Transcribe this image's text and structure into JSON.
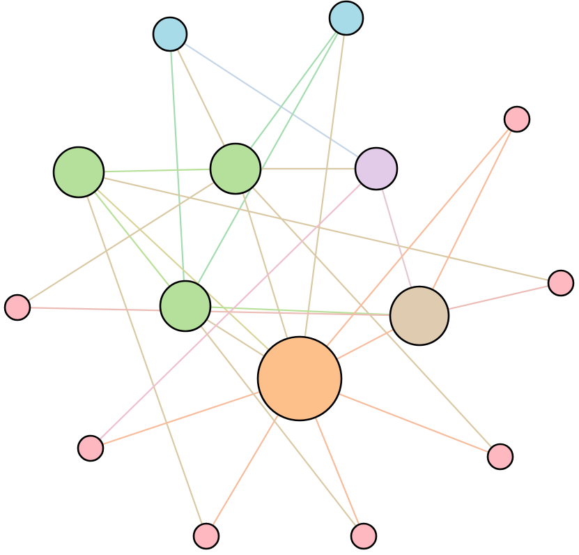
{
  "palette": {
    "green_node": "#b5e09b",
    "blue_node": "#a7dbe8",
    "purple_node": "#e1cbe8",
    "tan_node": "#decbb0",
    "orange_node": "#fec08a",
    "pink_node": "#feb9c0",
    "outline": "#000000"
  },
  "edge_colors": {
    "tan": "#d9c9a4",
    "green": "#a4dcb0",
    "lime": "#b9e09a",
    "blue": "#c4d5e8",
    "pink": "#eebfcf",
    "salmon": "#f7bc9c",
    "rose": "#ecbcb6",
    "olive": "#d8d49a",
    "mauve": "#e4c7cf"
  },
  "nodes": [
    {
      "id": "green-a",
      "kind": "green_node",
      "size": "large"
    },
    {
      "id": "green-b",
      "kind": "green_node",
      "size": "large"
    },
    {
      "id": "green-c",
      "kind": "green_node",
      "size": "large"
    },
    {
      "id": "blue-a",
      "kind": "blue_node",
      "size": "medium"
    },
    {
      "id": "blue-b",
      "kind": "blue_node",
      "size": "medium"
    },
    {
      "id": "purple-a",
      "kind": "purple_node",
      "size": "medium-large"
    },
    {
      "id": "tan-a",
      "kind": "tan_node",
      "size": "extra-large"
    },
    {
      "id": "orange-hub",
      "kind": "orange_node",
      "size": "hub"
    },
    {
      "id": "pink-1",
      "kind": "pink_node",
      "size": "small"
    },
    {
      "id": "pink-2",
      "kind": "pink_node",
      "size": "small"
    },
    {
      "id": "pink-3",
      "kind": "pink_node",
      "size": "small"
    },
    {
      "id": "pink-4",
      "kind": "pink_node",
      "size": "small"
    },
    {
      "id": "pink-5",
      "kind": "pink_node",
      "size": "small"
    },
    {
      "id": "pink-6",
      "kind": "pink_node",
      "size": "small"
    },
    {
      "id": "pink-7",
      "kind": "pink_node",
      "size": "small"
    }
  ],
  "edges": [
    {
      "from": "blue-a",
      "to": "purple-a",
      "color": "blue"
    },
    {
      "from": "blue-a",
      "to": "green-b",
      "color": "tan"
    },
    {
      "from": "blue-a",
      "to": "green-c",
      "color": "green"
    },
    {
      "from": "blue-b",
      "to": "green-b",
      "color": "green"
    },
    {
      "from": "blue-b",
      "to": "green-c",
      "color": "green"
    },
    {
      "from": "blue-b",
      "to": "orange-hub",
      "color": "tan"
    },
    {
      "from": "green-a",
      "to": "green-b",
      "color": "lime"
    },
    {
      "from": "green-a",
      "to": "green-c",
      "color": "lime"
    },
    {
      "from": "green-a",
      "to": "orange-hub",
      "color": "olive"
    },
    {
      "from": "green-a",
      "to": "pink-2",
      "color": "tan"
    },
    {
      "from": "green-a",
      "to": "pink-5",
      "color": "tan"
    },
    {
      "from": "green-b",
      "to": "purple-a",
      "color": "tan"
    },
    {
      "from": "green-b",
      "to": "orange-hub",
      "color": "tan"
    },
    {
      "from": "green-b",
      "to": "pink-1",
      "color": "tan"
    },
    {
      "from": "green-b",
      "to": "pink-7",
      "color": "tan"
    },
    {
      "from": "green-c",
      "to": "tan-a",
      "color": "lime"
    },
    {
      "from": "green-c",
      "to": "orange-hub",
      "color": "tan"
    },
    {
      "from": "purple-a",
      "to": "tan-a",
      "color": "mauve"
    },
    {
      "from": "purple-a",
      "to": "pink-4",
      "color": "pink"
    },
    {
      "from": "pink-1",
      "to": "tan-a",
      "color": "rose"
    },
    {
      "from": "pink-3",
      "to": "orange-hub",
      "color": "salmon"
    },
    {
      "from": "pink-3",
      "to": "tan-a",
      "color": "salmon"
    },
    {
      "from": "pink-2",
      "to": "tan-a",
      "color": "rose"
    },
    {
      "from": "tan-a",
      "to": "orange-hub",
      "color": "salmon"
    },
    {
      "from": "orange-hub",
      "to": "pink-4",
      "color": "salmon"
    },
    {
      "from": "orange-hub",
      "to": "pink-5",
      "color": "salmon"
    },
    {
      "from": "orange-hub",
      "to": "pink-6",
      "color": "salmon"
    },
    {
      "from": "orange-hub",
      "to": "pink-7",
      "color": "salmon"
    },
    {
      "from": "green-c",
      "to": "pink-6",
      "color": "tan"
    }
  ]
}
